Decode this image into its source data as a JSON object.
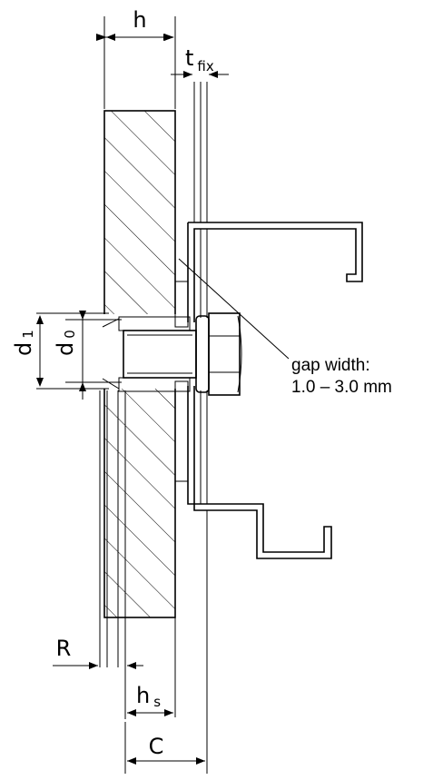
{
  "labels": {
    "h": "h",
    "t_fix": "t",
    "t_fix_sub": "fix",
    "d1": "d",
    "d1_sub": "1",
    "d0": "d",
    "d0_sub": "0",
    "R": "R",
    "hs": "h",
    "hs_sub": "s",
    "C": "C"
  },
  "note": {
    "line1": "gap width:",
    "line2": "1.0 – 3.0 mm"
  }
}
